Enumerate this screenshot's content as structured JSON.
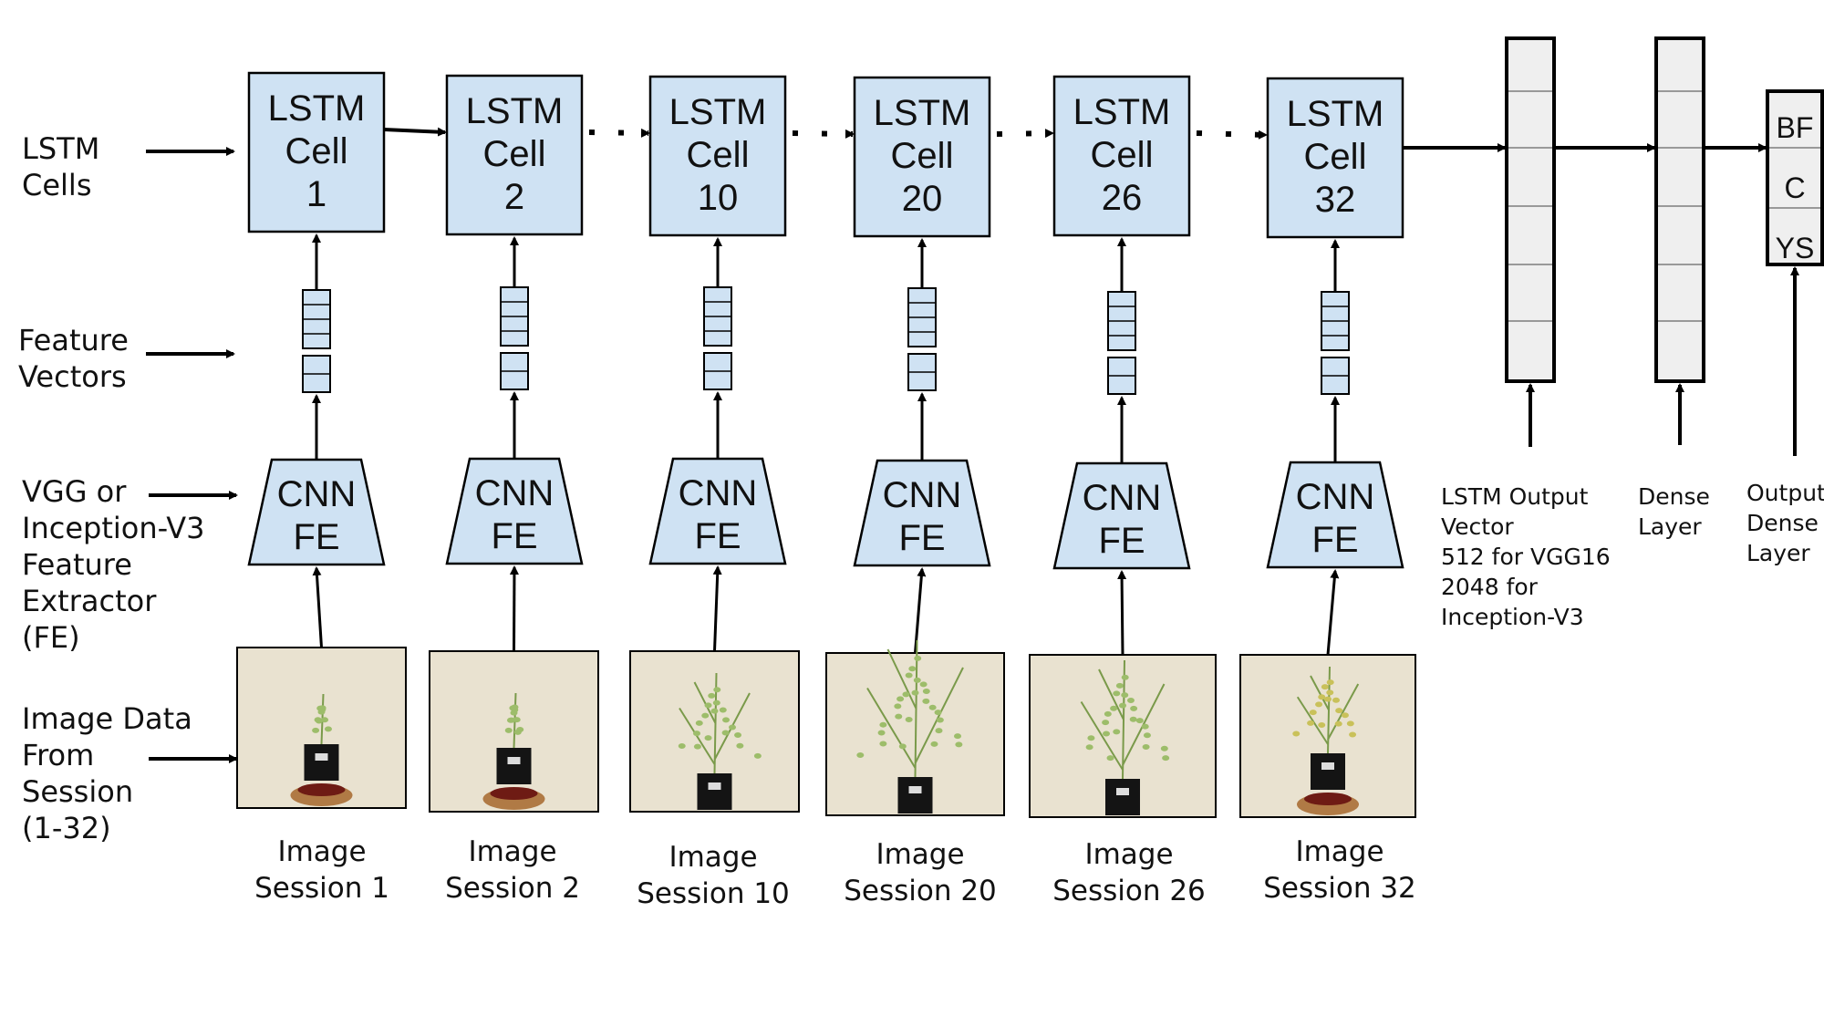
{
  "row_labels": {
    "lstm_cells": "LSTM\nCells",
    "feature_vectors": "Feature\nVectors",
    "feature_extractor": "VGG or\nInception-V3\nFeature\nExtractor\n(FE)",
    "image_data": "Image Data\nFrom\nSession\n  (1-32)"
  },
  "lstm_cell_word1": "LSTM",
  "lstm_cell_word2": "Cell",
  "cnn_line1": "CNN",
  "cnn_line2": "FE",
  "sessions": [
    {
      "number": "1",
      "caption": "Image\nSession 1"
    },
    {
      "number": "2",
      "caption": "Image\nSession 2"
    },
    {
      "number": "10",
      "caption": "Image\nSession 10"
    },
    {
      "number": "20",
      "caption": "Image\nSession 20"
    },
    {
      "number": "26",
      "caption": "Image\nSession 26"
    },
    {
      "number": "32",
      "caption": "Image\nSession 32"
    }
  ],
  "side_labels": {
    "lstm_output": "LSTM Output\nVector\n 512 for VGG16\n2048 for\nInception-V3",
    "dense": "Dense\nLayer",
    "output_dense": "Output\nDense\nLayer"
  },
  "output_classes": [
    "BF",
    "C",
    "YS"
  ],
  "colors": {
    "box_fill": "#cfe2f3",
    "vector_fill": "#efefef",
    "photo_bg": "#e9e2d0",
    "line": "#000000"
  }
}
